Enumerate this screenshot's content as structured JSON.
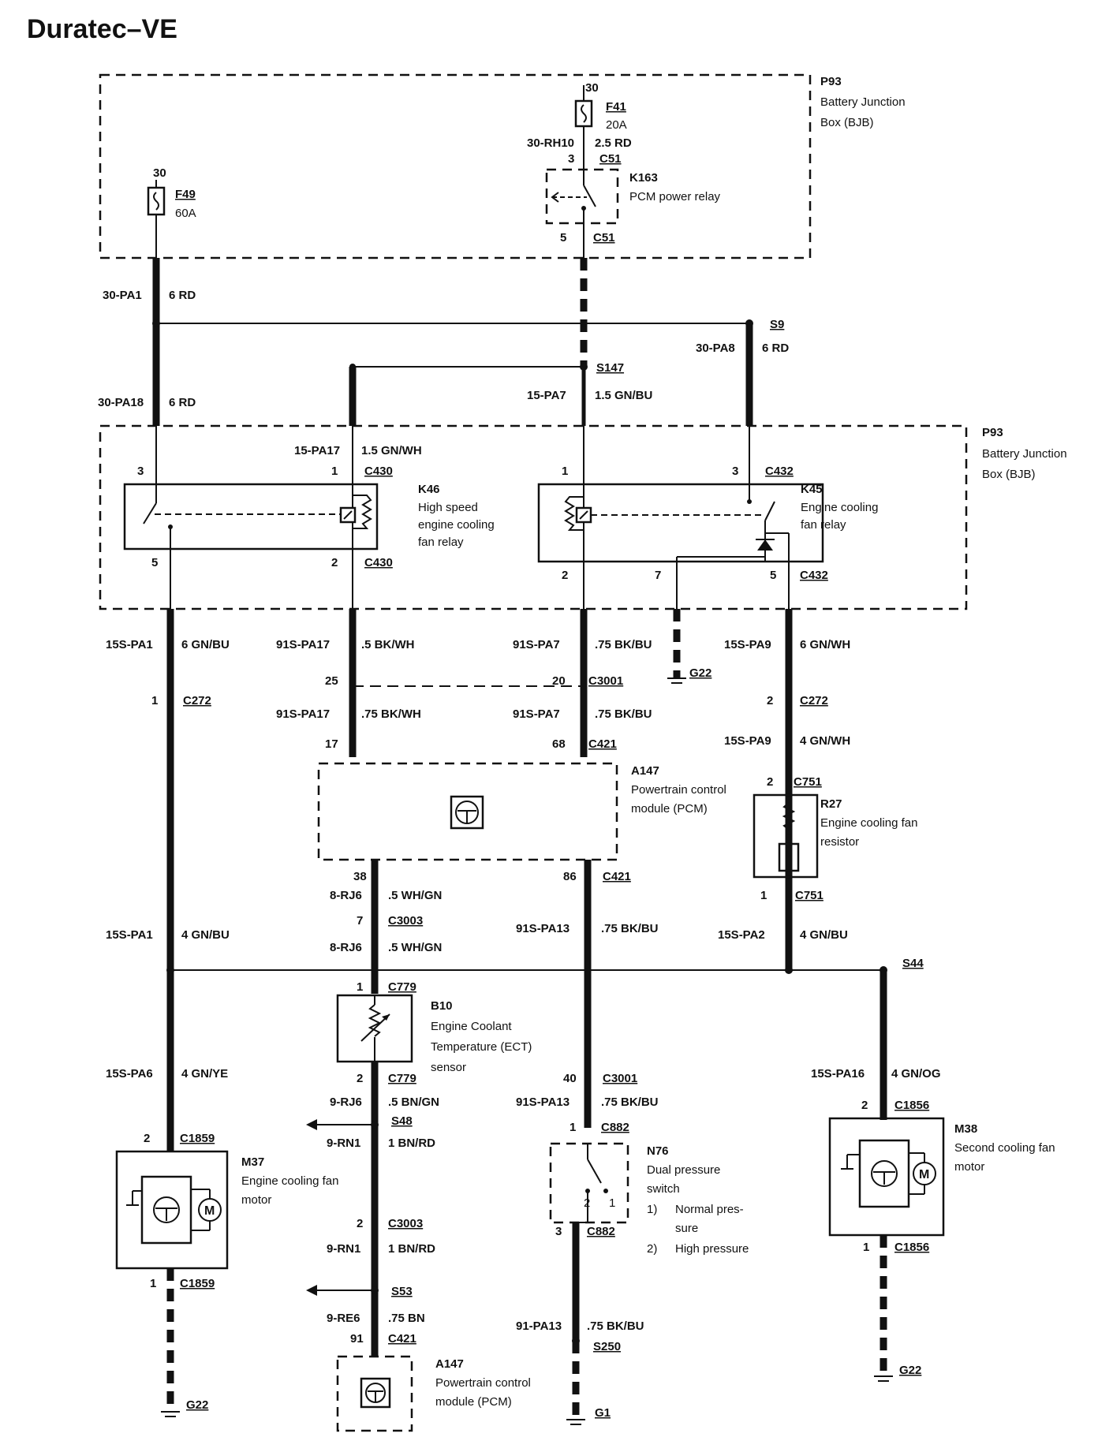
{
  "title": "Duratec–VE",
  "bjb_top": {
    "id": "P93",
    "line1": "Battery Junction",
    "line2": "Box (BJB)"
  },
  "bjb_mid": {
    "id": "P93",
    "line1": "Battery Junction",
    "line2": "Box (BJB)"
  },
  "f49": {
    "pin": "30",
    "id": "F49",
    "rating": "60A"
  },
  "f41": {
    "pin": "30",
    "id": "F41",
    "rating": "20A"
  },
  "k163": {
    "id": "K163",
    "name": "PCM power relay",
    "wire_in": "30-RH10",
    "wire_in_size": "2.5 RD",
    "conn": "C51",
    "pin_in": "3",
    "pin_out": "5"
  },
  "w_30pa1": {
    "circuit": "30-PA1",
    "spec": "6 RD"
  },
  "w_30pa18": {
    "circuit": "30-PA18",
    "spec": "6 RD"
  },
  "s9": {
    "id": "S9",
    "circuit": "30-PA8",
    "spec": "6 RD"
  },
  "s147": {
    "id": "S147",
    "circuit": "15-PA7",
    "spec": "1.5 GN/BU"
  },
  "w_15pa17": {
    "circuit": "15-PA17",
    "spec": "1.5 GN/WH"
  },
  "k46": {
    "id": "K46",
    "l1": "High speed",
    "l2": "engine cooling",
    "l3": "fan relay",
    "conn": "C430",
    "pin3": "3",
    "pin1": "1",
    "pin5": "5",
    "pin2": "2"
  },
  "k45": {
    "id": "K45",
    "l1": "Engine cooling",
    "l2": "fan relay",
    "conn": "C432",
    "pin1": "1",
    "pin3": "3",
    "pin2": "2",
    "pin7": "7",
    "pin5": "5"
  },
  "w_15spa1_a": {
    "circuit": "15S-PA1",
    "spec": "6 GN/BU"
  },
  "w_91spa17_a": {
    "circuit": "91S-PA17",
    "spec": ".5 BK/WH"
  },
  "w_91spa7_a": {
    "circuit": "91S-PA7",
    "spec": ".75 BK/BU"
  },
  "w_15spa9_a": {
    "circuit": "15S-PA9",
    "spec": "6 GN/WH"
  },
  "g22_a": "G22",
  "c3001_a": {
    "conn": "C3001",
    "pin25": "25",
    "pin20": "20"
  },
  "c272_a": {
    "conn": "C272",
    "pin": "1"
  },
  "c272_b": {
    "conn": "C272",
    "pin": "2"
  },
  "w_91spa17_b": {
    "circuit": "91S-PA17",
    "spec": ".75 BK/WH"
  },
  "w_91spa7_b": {
    "circuit": "91S-PA7",
    "spec": ".75 BK/BU"
  },
  "w_15spa9_b": {
    "circuit": "15S-PA9",
    "spec": "4 GN/WH"
  },
  "c421_top": {
    "conn": "C421",
    "pin17": "17",
    "pin68": "68"
  },
  "a147_top": {
    "id": "A147",
    "l1": "Powertrain control",
    "l2": "module (PCM)"
  },
  "r27": {
    "id": "R27",
    "l1": "Engine cooling fan",
    "l2": "resistor",
    "conn": "C751",
    "pin2": "2",
    "pin1": "1"
  },
  "c421_bot": {
    "conn": "C421",
    "pin38": "38",
    "pin86": "86"
  },
  "w_8rj6_a": {
    "circuit": "8-RJ6",
    "spec": ".5 WH/GN"
  },
  "c3003_a": {
    "conn": "C3003",
    "pin": "7"
  },
  "w_8rj6_b": {
    "circuit": "8-RJ6",
    "spec": ".5 WH/GN"
  },
  "w_15spa1_b": {
    "circuit": "15S-PA1",
    "spec": "4 GN/BU"
  },
  "w_91spa13_a": {
    "circuit": "91S-PA13",
    "spec": ".75 BK/BU"
  },
  "w_15spa2": {
    "circuit": "15S-PA2",
    "spec": "4 GN/BU"
  },
  "s44": "S44",
  "b10": {
    "id": "B10",
    "l1": "Engine Coolant",
    "l2": "Temperature (ECT)",
    "l3": "sensor",
    "conn": "C779",
    "pin1": "1",
    "pin2": "2"
  },
  "w_15spa6": {
    "circuit": "15S-PA6",
    "spec": "4 GN/YE"
  },
  "c3001_b": {
    "conn": "C3001",
    "pin": "40"
  },
  "w_91spa13_b": {
    "circuit": "91S-PA13",
    "spec": ".75 BK/BU"
  },
  "w_15spa16": {
    "circuit": "15S-PA16",
    "spec": "4 GN/OG"
  },
  "w_9rj6": {
    "circuit": "9-RJ6",
    "spec": ".5 BN/GN"
  },
  "s48": "S48",
  "w_9rn1_a": {
    "circuit": "9-RN1",
    "spec": "1 BN/RD"
  },
  "c882": {
    "conn": "C882",
    "pin1": "1",
    "pin3": "3"
  },
  "n76": {
    "id": "N76",
    "l1": "Dual pressure",
    "l2": "switch",
    "n1": "1)",
    "t1a": "Normal pres-",
    "t1b": "sure",
    "n2": "2)",
    "t2": "High pressure",
    "sw1": "1",
    "sw2": "2"
  },
  "m37": {
    "id": "M37",
    "l1": "Engine cooling fan",
    "l2": "motor",
    "conn": "C1859",
    "pin2": "2",
    "pin1": "1"
  },
  "m38": {
    "id": "M38",
    "l1": "Second cooling fan",
    "l2": "motor",
    "conn": "C1856",
    "pin2": "2",
    "pin1": "1"
  },
  "c3003_b": {
    "conn": "C3003",
    "pin": "2"
  },
  "w_9rn1_b": {
    "circuit": "9-RN1",
    "spec": "1 BN/RD"
  },
  "s53": "S53",
  "w_9re6": {
    "circuit": "9-RE6",
    "spec": ".75 BN"
  },
  "c421_b2": {
    "conn": "C421",
    "pin": "91"
  },
  "a147_bot": {
    "id": "A147",
    "l1": "Powertrain control",
    "l2": "module (PCM)"
  },
  "w_91pa13": {
    "circuit": "91-PA13",
    "spec": ".75 BK/BU"
  },
  "s250": "S250",
  "g22_b": "G22",
  "g1": "G1",
  "g22_c": "G22"
}
